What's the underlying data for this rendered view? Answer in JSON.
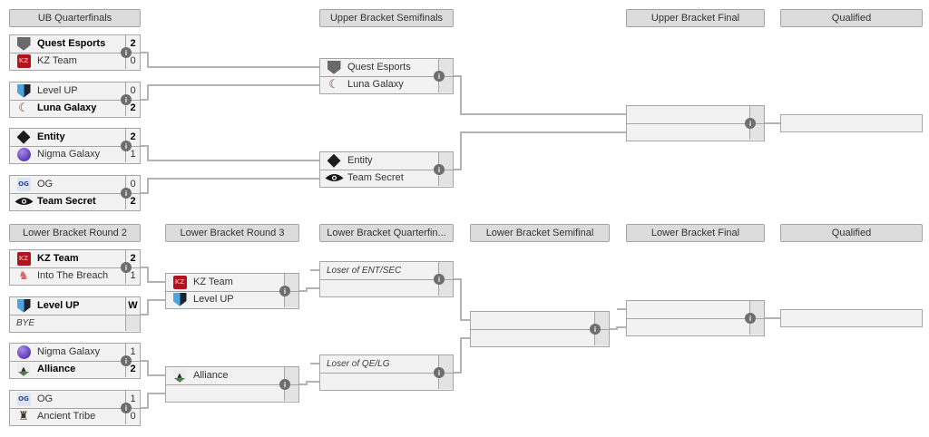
{
  "colors": {
    "page_bg": "#ffffff",
    "header_bg": "#dcdcdc",
    "box_bg": "#f2f2f2",
    "box_border": "#a5a5a5",
    "score_shaded_bg": "#e3e3e3",
    "wire": "#b3b3b3",
    "info_bg": "#6e6e6e"
  },
  "icons": {
    "info_glyph": "i"
  },
  "headers": {
    "top": [
      {
        "label": "UB Quarterfinals",
        "col": 0
      },
      {
        "label": "Upper Bracket Semifinals",
        "col": 2
      },
      {
        "label": "Upper Bracket Final",
        "col": 4
      },
      {
        "label": "Qualified",
        "col": 5
      }
    ],
    "bottom": [
      {
        "label": "Lower Bracket Round 2",
        "col": 0
      },
      {
        "label": "Lower Bracket Round 3",
        "col": 1
      },
      {
        "label": "Lower Bracket Quarterfin...",
        "col": 2
      },
      {
        "label": "Lower Bracket Semifinal",
        "col": 3
      },
      {
        "label": "Lower Bracket Final",
        "col": 4
      },
      {
        "label": "Qualified",
        "col": 5
      }
    ]
  },
  "teams": {
    "quest": {
      "name": "Quest Esports",
      "logo": {
        "shape": "shield",
        "bg": "#6a6a6a",
        "glyph": "",
        "fg": "#ffffff"
      }
    },
    "kz": {
      "name": "KZ Team",
      "logo": {
        "shape": "square",
        "bg": "#b5121f",
        "glyph": "KZ",
        "fg": "#f08a8a"
      }
    },
    "levelup": {
      "name": "Level UP",
      "logo": {
        "shape": "shield",
        "bg": "linear-gradient(90deg,#4ba6e0 50%,#1a2430 50%)",
        "glyph": "",
        "fg": "#ffffff"
      }
    },
    "luna": {
      "name": "Luna Galaxy",
      "logo": {
        "shape": "glyph",
        "bg": "transparent",
        "glyph": "☾",
        "fg": "#7c3a30"
      }
    },
    "entity": {
      "name": "Entity",
      "logo": {
        "shape": "diamond",
        "bg": "#1b1b1b",
        "glyph": "",
        "fg": "#ffffff"
      }
    },
    "nigma": {
      "name": "Nigma Galaxy",
      "logo": {
        "shape": "circle",
        "bg": "radial-gradient(circle at 35% 30%,#a88ae8,#5a35b5 75%)",
        "glyph": "",
        "fg": "#ffffff"
      }
    },
    "og": {
      "name": "OG",
      "logo": {
        "shape": "square",
        "bg": "#dce4f2",
        "glyph": "OG",
        "fg": "#2a4a8b"
      }
    },
    "secret": {
      "name": "Team Secret",
      "logo": {
        "shape": "eye",
        "bg": "transparent",
        "glyph": "",
        "fg": "#151515"
      }
    },
    "breach": {
      "name": "Into The Breach",
      "logo": {
        "shape": "glyph",
        "bg": "transparent",
        "glyph": "♞",
        "fg": "#df5f6d"
      }
    },
    "alliance": {
      "name": "Alliance",
      "logo": {
        "shape": "shield2",
        "bg": "linear-gradient(180deg,#ececec 68%,#4e7d4e 68%)",
        "glyph": "▲",
        "fg": "#2f2f2f"
      }
    },
    "ancient": {
      "name": "Ancient Tribe",
      "logo": {
        "shape": "glyph",
        "bg": "transparent",
        "glyph": "♜",
        "fg": "#3f362c"
      }
    }
  },
  "matches": [
    {
      "id": "ubqf1",
      "info": true,
      "slots": [
        {
          "team": "quest",
          "score": "2",
          "winner": true
        },
        {
          "team": "kz",
          "score": "0",
          "winner": false
        }
      ]
    },
    {
      "id": "ubqf2",
      "info": true,
      "slots": [
        {
          "team": "levelup",
          "score": "0",
          "winner": false
        },
        {
          "team": "luna",
          "score": "2",
          "winner": true
        }
      ]
    },
    {
      "id": "ubqf3",
      "info": true,
      "slots": [
        {
          "team": "entity",
          "score": "2",
          "winner": true
        },
        {
          "team": "nigma",
          "score": "1",
          "winner": false
        }
      ]
    },
    {
      "id": "ubqf4",
      "info": true,
      "slots": [
        {
          "team": "og",
          "score": "0",
          "winner": false
        },
        {
          "team": "secret",
          "score": "2",
          "winner": true
        }
      ]
    },
    {
      "id": "ubsf1",
      "info": true,
      "slots": [
        {
          "team": "quest",
          "pending": true
        },
        {
          "team": "luna",
          "pending": true
        }
      ]
    },
    {
      "id": "ubsf2",
      "info": true,
      "slots": [
        {
          "team": "entity",
          "pending": true
        },
        {
          "team": "secret",
          "pending": true
        }
      ]
    },
    {
      "id": "ubf",
      "info": true,
      "slots": [
        {
          "pending": true
        },
        {
          "pending": true
        }
      ]
    },
    {
      "id": "lbr2m1",
      "info": true,
      "slots": [
        {
          "team": "kz",
          "score": "2",
          "winner": true
        },
        {
          "team": "breach",
          "score": "1",
          "winner": false
        }
      ]
    },
    {
      "id": "lbr2m2",
      "info": false,
      "slots": [
        {
          "team": "levelup",
          "score": "W",
          "winner": true
        },
        {
          "bye": "BYE",
          "pending": true
        }
      ]
    },
    {
      "id": "lbr2m3",
      "info": true,
      "slots": [
        {
          "team": "nigma",
          "score": "1",
          "winner": false
        },
        {
          "team": "alliance",
          "score": "2",
          "winner": true
        }
      ]
    },
    {
      "id": "lbr2m4",
      "info": true,
      "slots": [
        {
          "team": "og",
          "score": "1",
          "winner": false
        },
        {
          "team": "ancient",
          "score": "0",
          "winner": false
        }
      ]
    },
    {
      "id": "lbr3m1",
      "info": true,
      "slots": [
        {
          "team": "kz",
          "pending": true
        },
        {
          "team": "levelup",
          "pending": true
        }
      ]
    },
    {
      "id": "lbr3m2",
      "info": true,
      "slots": [
        {
          "team": "alliance",
          "pending": true
        },
        {
          "pending": true
        }
      ]
    },
    {
      "id": "lbqf1",
      "info": true,
      "slots": [
        {
          "placeholder": "Loser of ENT/SEC",
          "pending": true
        },
        {
          "pending": true
        }
      ]
    },
    {
      "id": "lbqf2",
      "info": true,
      "slots": [
        {
          "placeholder": "Loser of QE/LG",
          "pending": true
        },
        {
          "pending": true
        }
      ]
    },
    {
      "id": "lbsf",
      "info": true,
      "slots": [
        {
          "pending": true
        },
        {
          "pending": true
        }
      ]
    },
    {
      "id": "lbf",
      "info": true,
      "slots": [
        {
          "pending": true
        },
        {
          "pending": true
        }
      ]
    }
  ],
  "qualified_slots": [
    {
      "id": "qual-top"
    },
    {
      "id": "qual-bottom"
    }
  ],
  "flow": [
    {
      "from": "ubqf1",
      "to": "ubsf1",
      "slot": 0
    },
    {
      "from": "ubqf2",
      "to": "ubsf1",
      "slot": 1
    },
    {
      "from": "ubqf3",
      "to": "ubsf2",
      "slot": 0
    },
    {
      "from": "ubqf4",
      "to": "ubsf2",
      "slot": 1
    },
    {
      "from": "ubsf1",
      "to": "ubf",
      "slot": 0
    },
    {
      "from": "ubsf2",
      "to": "ubf",
      "slot": 1
    },
    {
      "from": "ubf",
      "to": "qual-top",
      "slot": "center"
    },
    {
      "from": "lbr2m1",
      "to": "lbr3m1",
      "slot": 0
    },
    {
      "from": "lbr2m2",
      "to": "lbr3m1",
      "slot": 1
    },
    {
      "from": "lbr2m3",
      "to": "lbr3m2",
      "slot": 0
    },
    {
      "from": "lbr2m4",
      "to": "lbr3m2",
      "slot": 1
    },
    {
      "from": "lbr3m1",
      "to": "lbqf1",
      "slot": 1
    },
    {
      "from": "lbr3m2",
      "to": "lbqf2",
      "slot": 1
    },
    {
      "stub": true,
      "to": "lbqf1",
      "slot": 0
    },
    {
      "stub": true,
      "to": "lbqf2",
      "slot": 0
    },
    {
      "from": "lbqf1",
      "to": "lbsf",
      "slot": 0
    },
    {
      "from": "lbqf2",
      "to": "lbsf",
      "slot": 1
    },
    {
      "from": "lbsf",
      "to": "lbf",
      "slot": 1
    },
    {
      "stub": true,
      "to": "lbf",
      "slot": 0
    },
    {
      "from": "lbf",
      "to": "qual-bottom",
      "slot": "center"
    }
  ]
}
